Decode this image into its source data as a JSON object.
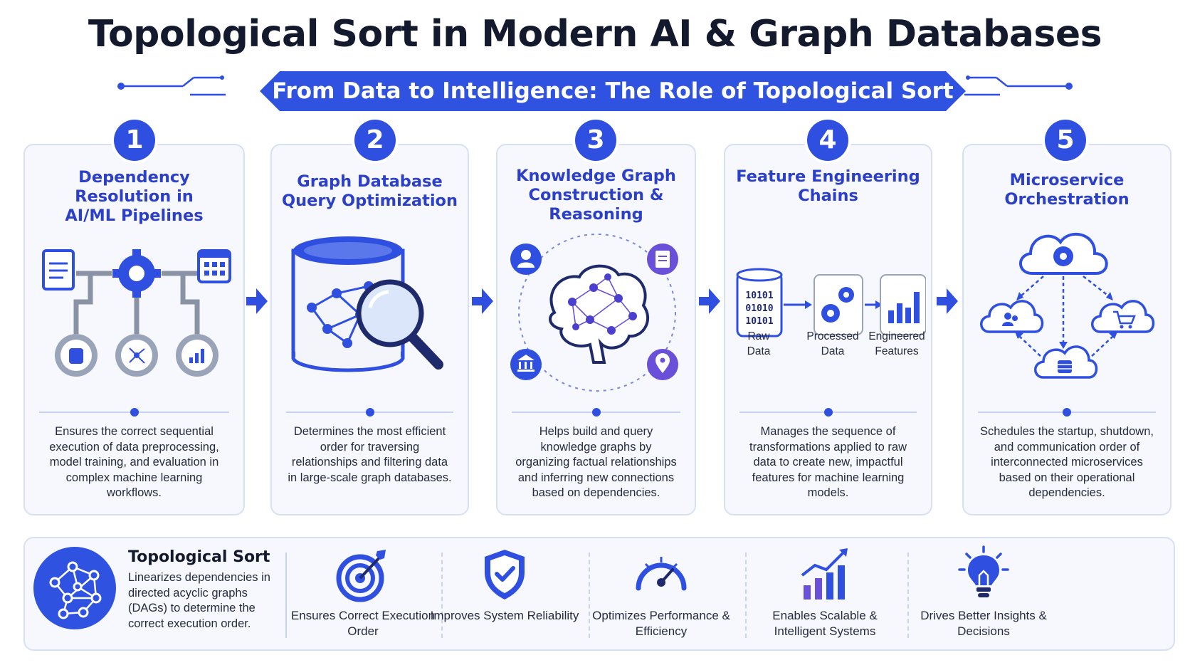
{
  "title": "Topological Sort in Modern AI & Graph Databases",
  "subtitle": "From Data to Intelligence: The Role of Topological Sort",
  "colors": {
    "primary": "#2f4fe0",
    "title": "#141a2e",
    "card_bg": "#f6f8fe",
    "card_border": "#d8e0f3",
    "accent_purple": "#6a4fd8"
  },
  "cards": [
    {
      "number": "1",
      "title": "Dependency Resolution in AI/ML Pipelines",
      "icons": [
        "document-icon",
        "gear-icon",
        "calendar-icon",
        "database-gear-icon",
        "network-gear-icon",
        "chart-gear-icon"
      ],
      "description": "Ensures the correct sequential execution of data preprocessing, model training, and evaluation in complex machine learning workflows."
    },
    {
      "number": "2",
      "title": "Graph Database Query Optimization",
      "icons": [
        "database-icon",
        "magnifier-icon",
        "graph-network-icon"
      ],
      "description": "Determines the most efficient order for traversing relationships and filtering data in large-scale graph databases."
    },
    {
      "number": "3",
      "title": "Knowledge Graph Construction & Reasoning",
      "icons": [
        "user-icon",
        "document-icon",
        "brain-network-icon",
        "bank-icon",
        "location-pin-icon"
      ],
      "description": "Helps build and query knowledge graphs by organizing factual relationships and inferring new connections based on dependencies."
    },
    {
      "number": "4",
      "title": "Feature Engineering Chains",
      "stages": [
        "Raw Data",
        "Processed Data",
        "Engineered Features"
      ],
      "binary_text": [
        "10101",
        "01010",
        "10101"
      ],
      "icons": [
        "binary-data-icon",
        "gears-icon",
        "bar-chart-icon"
      ],
      "description": "Manages the sequence of transformations applied to raw data to create new, impactful features for machine learning models."
    },
    {
      "number": "5",
      "title": "Microservice Orchestration",
      "icons": [
        "cloud-gear-icon",
        "cloud-users-icon",
        "cloud-cart-icon",
        "cloud-database-icon"
      ],
      "description": "Schedules the startup, shutdown, and communication order of interconnected microservices based on their operational dependencies."
    }
  ],
  "summary": {
    "title": "Topological Sort",
    "description": "Linearizes dependencies in directed acyclic graphs (DAGs) to determine the correct execution order.",
    "icon": "graph-network-icon"
  },
  "benefits": [
    {
      "label": "Ensures Correct Execution Order",
      "icon": "target-icon"
    },
    {
      "label": "Improves System Reliability",
      "icon": "shield-check-icon"
    },
    {
      "label": "Optimizes Performance & Efficiency",
      "icon": "speedometer-icon"
    },
    {
      "label": "Enables Scalable & Intelligent Systems",
      "icon": "growth-chart-icon"
    },
    {
      "label": "Drives Better Insights & Decisions",
      "icon": "lightbulb-icon"
    }
  ]
}
